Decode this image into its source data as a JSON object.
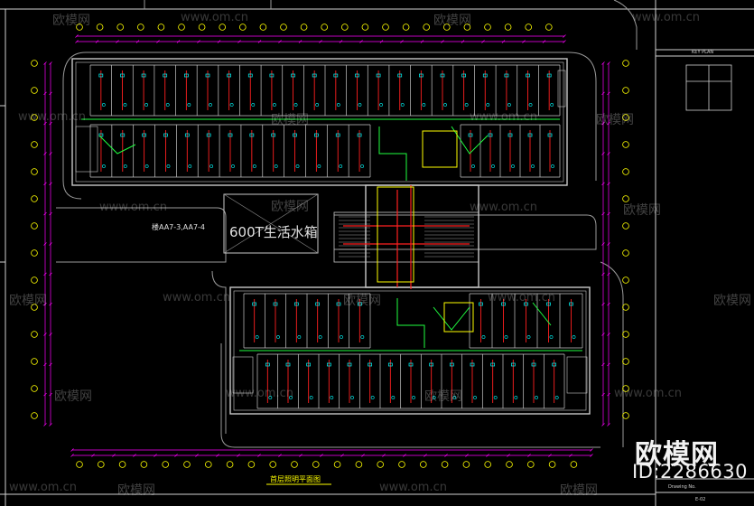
{
  "drawing": {
    "plan_title": "首层照明平面图",
    "tank_label": "600T生活水箱",
    "building_label": "楼AA7-3,AA7-4",
    "key_plan_label": "KEY PLAN",
    "drawing_no_label": "Drawing No.",
    "sheet_no": "E-02"
  },
  "brand": {
    "logo_text": "欧模网",
    "id_text": "ID:2286630"
  },
  "watermarks": {
    "site": "www.om.cn",
    "logo": "欧模网"
  },
  "colors": {
    "background": "#000000",
    "wall": "#c8c8c8",
    "grid": "#ff00ff",
    "lighting": "#ff2020",
    "fixture": "#00ffff",
    "circuit": "#20ff40",
    "dimension": "#ffff00",
    "site": "#9a9a9a"
  }
}
